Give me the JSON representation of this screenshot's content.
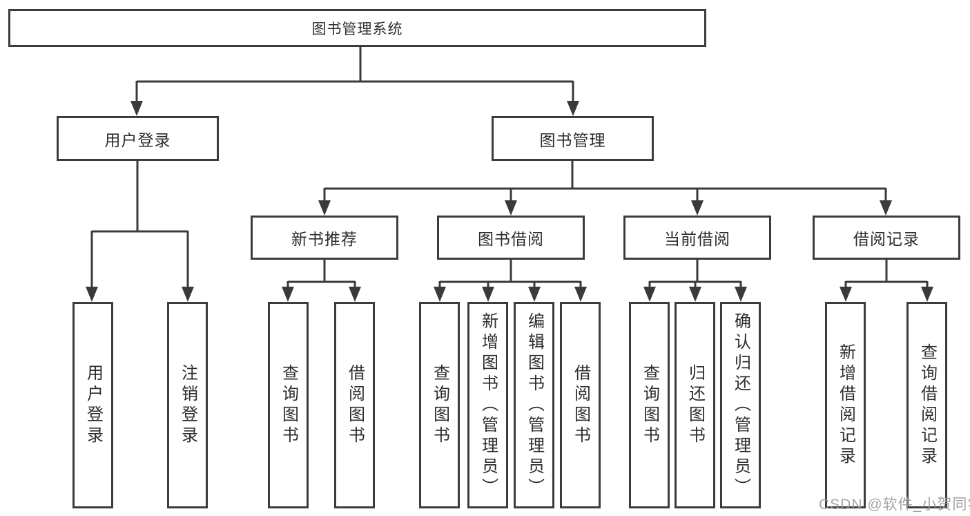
{
  "diagram": {
    "root_label": "图书管理系统",
    "level2": {
      "user_login": "用户登录",
      "book_management": "图书管理"
    },
    "level3": {
      "new_book_recommend": "新书推荐",
      "book_borrowing": "图书借阅",
      "current_borrowing": "当前借阅",
      "borrowing_records": "借阅记录"
    },
    "leaves": {
      "user_login": "用户登录",
      "logout": "注销登录",
      "recommend_query_books": "查询图书",
      "recommend_borrow_books": "借阅图书",
      "borrowing_query_books": "查询图书",
      "borrowing_add_books": "新增图书（管理员）",
      "borrowing_edit_books": "编辑图书（管理员）",
      "borrowing_borrow_books": "借阅图书",
      "current_query_books": "查询图书",
      "current_return_books": "归还图书",
      "current_confirm_return": "确认归还（管理员）",
      "records_add_record": "新增借阅记录",
      "records_query_record": "查询借阅记录"
    }
  },
  "watermark": "CSDN @软件_小贺同学",
  "colors": {
    "line": "#3a3a3a",
    "border": "#3c3c3c",
    "text": "#2d2d2d",
    "watermark": "#999999"
  }
}
